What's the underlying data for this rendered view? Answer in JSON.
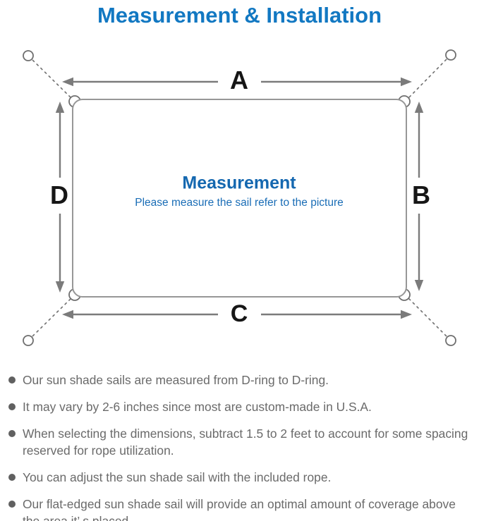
{
  "title": {
    "text": "Measurement & Installation",
    "color": "#1278c2"
  },
  "diagram": {
    "labels": {
      "top": "A",
      "right": "B",
      "bottom": "C",
      "left": "D"
    },
    "center_heading": "Measurement",
    "center_subtitle": "Please measure the sail refer to the picture",
    "colors": {
      "arrow": "#7b7b7b",
      "rope": "#6f6f6f",
      "outline": "#979797",
      "label": "#161616",
      "heading": "#1568b0",
      "subtitle": "#1a6db6"
    }
  },
  "notes": {
    "items": [
      "Our sun shade sails are measured from D-ring to D-ring.",
      "It may vary by 2-6 inches since most are custom-made in U.S.A.",
      "When selecting the dimensions, subtract 1.5 to 2 feet to account for some spacing reserved for rope utilization.",
      "You can adjust the sun shade sail with the included rope.",
      "Our flat-edged sun shade sail will provide an optimal amount of coverage above the area it’ s placed."
    ],
    "text_color": "#6a6a6a"
  }
}
